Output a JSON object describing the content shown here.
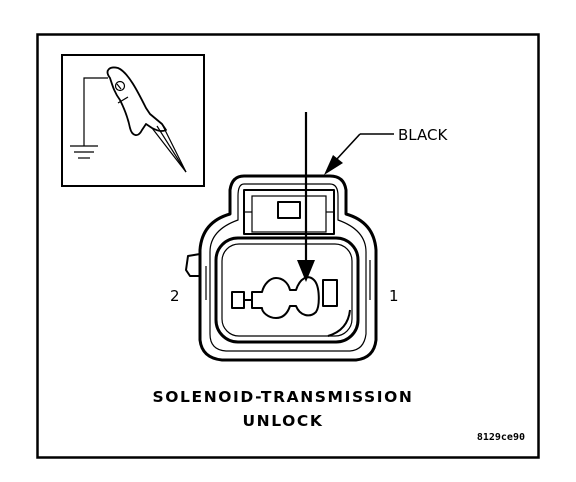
{
  "labels": {
    "wire_color": "BLACK",
    "pin_left": "2",
    "pin_right": "1",
    "title_line1": "SOLENOID-TRANSMISSION",
    "title_line2": "UNLOCK",
    "figure_code": "8129ce90"
  },
  "icons": {
    "inset": "ground-probe-icon"
  }
}
